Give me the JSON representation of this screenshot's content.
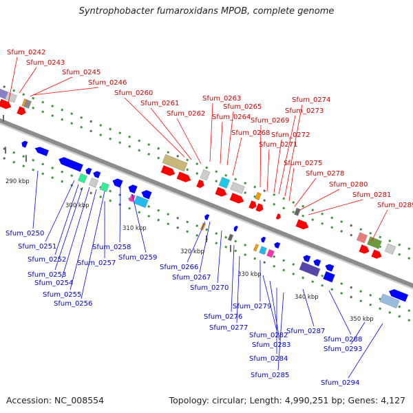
{
  "title": "Syntrophobacter fumaroxidans MPOB, complete genome",
  "accession": "Accession: NC_008554",
  "topology": "Topology: circular; Length: 4,990,251 bp; Genes: 4,127",
  "colors": {
    "forward": "#ff0000",
    "reverse": "#0000ff",
    "backbone": "#8c8c8c"
  },
  "kbp_ticks": [
    {
      "label": "290 kbp",
      "pos": "290"
    },
    {
      "label": "300 kbp",
      "pos": "300"
    },
    {
      "label": "310 kbp",
      "pos": "310"
    },
    {
      "label": "320 kbp",
      "pos": "320"
    },
    {
      "label": "330 kbp",
      "pos": "330"
    },
    {
      "label": "340 kbp",
      "pos": "340"
    },
    {
      "label": "350 kbp",
      "pos": "350"
    }
  ],
  "top_labels": [
    "Sfum_0242",
    "Sfum_0243",
    "Sfum_0245",
    "Sfum_0246",
    "Sfum_0260",
    "Sfum_0261",
    "Sfum_0262",
    "Sfum_0263",
    "Sfum_0264",
    "Sfum_0265",
    "Sfum_0268",
    "Sfum_0269",
    "Sfum_0271",
    "Sfum_0272",
    "Sfum_0273",
    "Sfum_0274",
    "Sfum_0275",
    "Sfum_0278",
    "Sfum_0280",
    "Sfum_0281",
    "Sfum_0289"
  ],
  "bottom_labels": [
    "Sfum_0250",
    "Sfum_0251",
    "Sfum_0252",
    "Sfum_0253",
    "Sfum_0254",
    "Sfum_0255",
    "Sfum_0256",
    "Sfum_0257",
    "Sfum_0258",
    "Sfum_0259",
    "Sfum_0266",
    "Sfum_0267",
    "Sfum_0270",
    "Sfum_0276",
    "Sfum_0277",
    "Sfum_0279",
    "Sfum_0282",
    "Sfum_0283",
    "Sfum_0284",
    "Sfum_0285",
    "Sfum_0287",
    "Sfum_0288",
    "Sfum_0293",
    "Sfum_0294"
  ]
}
